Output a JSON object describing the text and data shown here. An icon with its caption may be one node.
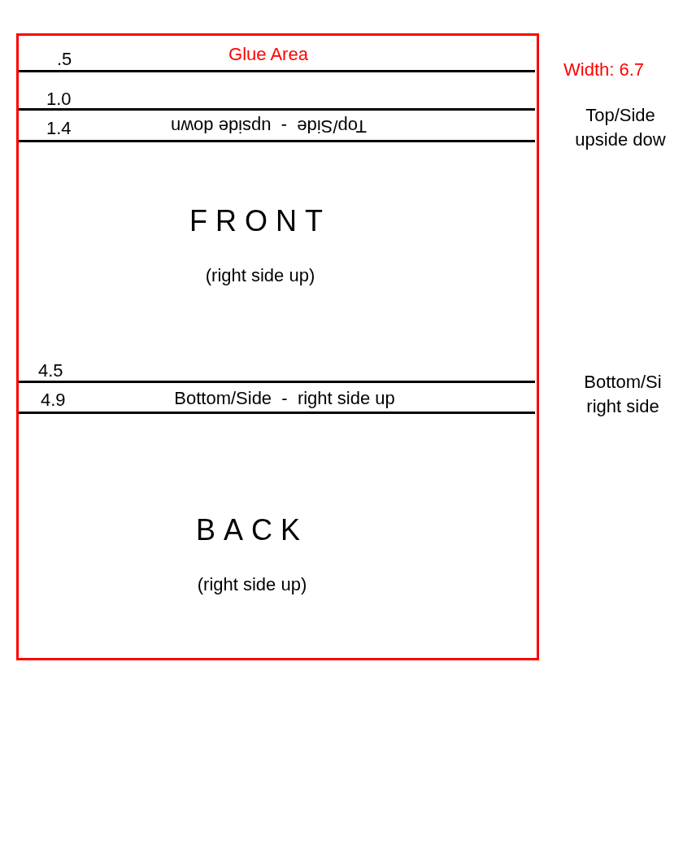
{
  "diagram": {
    "nodes": [
      {
        "text": [],
        "shape": "box"
      },
      {
        "text": [
          "Glue Area"
        ],
        "in": 0
      },
      {
        "text": [
          "Top/Side  -  upside down"
        ],
        "in": 0
      },
      {
        "text": [
          "FRONT",
          "(right side up)"
        ],
        "in": 0
      },
      {
        "text": [
          "Bottom/Side  -  right side up"
        ],
        "in": 0
      },
      {
        "text": [
          "BACK",
          "(right side up)"
        ],
        "in": 0
      }
    ],
    "labels": [
      ".5",
      "1.0",
      "1.4",
      "4.5",
      "4.9",
      "Width:  6.7",
      "Top/Side upside dow",
      "Bottom/Si right side"
    ]
  }
}
